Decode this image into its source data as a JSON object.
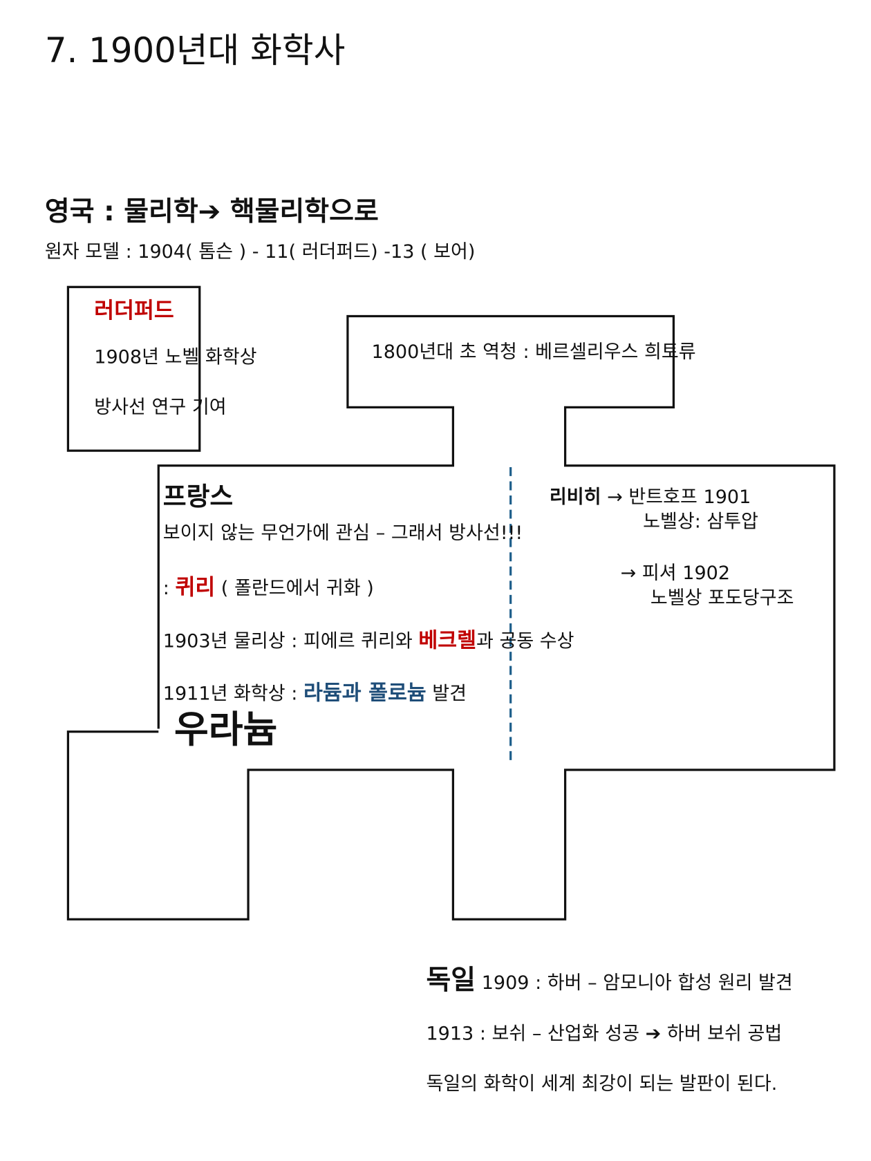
{
  "title": "7. 1900년대 화학사",
  "uk": {
    "heading": "영국 : 물리학➔ 핵물리학으로",
    "atom_model": "원자 모델 : 1904( 톰슨 ) - 11( 러더퍼드) -13 ( 보어)",
    "rutherford": {
      "name": "러더퍼드",
      "line1": "1908년 노벨 화학상",
      "line2": "방사선 연구 기여"
    },
    "early_1800s": "1800년대 초 역청 : 베르셀리우스 희토류"
  },
  "france": {
    "heading": "프랑스",
    "line1": "보이지 않는 무언가에 관심 – 그래서 방사선!!!",
    "curie_prefix": ": ",
    "curie": "퀴리",
    "curie_suffix": " ( 폴란드에서 귀화 )",
    "physics_prefix": "1903년 물리상 : 피에르 퀴리와 ",
    "becquerel": "베크렐",
    "physics_suffix": "과 공동 수상",
    "chem_prefix": "1911년 화학상 : ",
    "radium_polonium": "라듐과 폴로늄",
    "chem_suffix": " 발견",
    "uranium": "우라늄"
  },
  "germany_right": {
    "liebig": "리비히",
    "arrow1": "→ 반트호프 1901",
    "vanthoff_prize": "노벨상: 삼투압",
    "arrow2": "→  피셔  1902",
    "fischer_prize": "노벨상  포도당구조"
  },
  "germany": {
    "heading": "독일",
    "line1": " 1909 : 하버 – 암모니아 합성 원리 발견",
    "line2": "1913 : 보쉬 – 산업화 성공 ➔ 하버 보쉬 공법",
    "line3": "독일의 화학이 세계 최강이 되는 발판이 된다."
  },
  "colors": {
    "red": "#c00000",
    "blue": "#1f4e79",
    "divider": "#1f5f8b"
  }
}
